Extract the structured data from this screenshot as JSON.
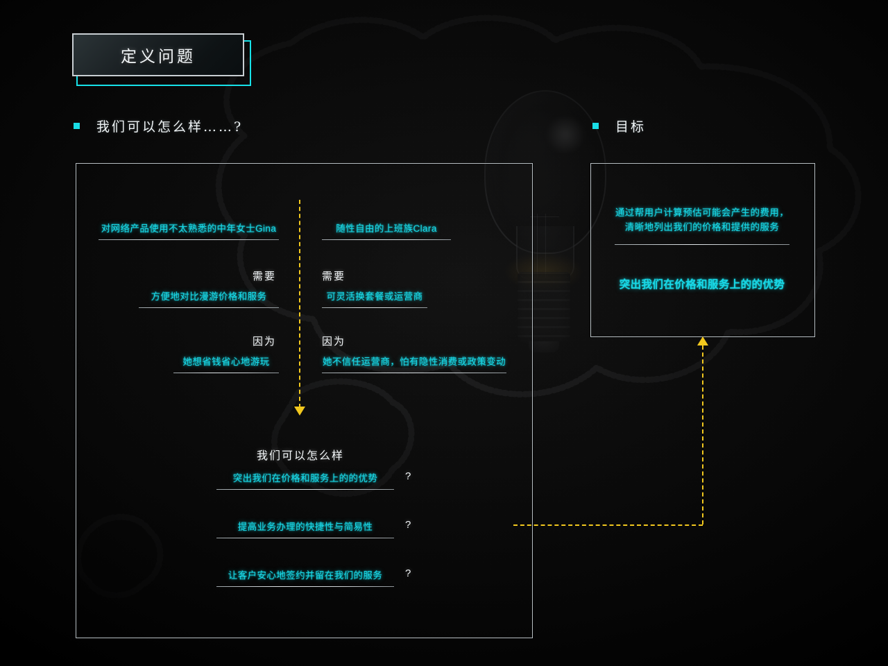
{
  "title_plate": {
    "label": "定义问题"
  },
  "sections": {
    "hmw_header": "我们可以怎么样……?",
    "goal_header": "目标"
  },
  "personas": [
    {
      "name": "对网络产品使用不太熟悉的中年女士Gina",
      "need_label": "需要",
      "need": "方便地对比漫游价格和服务",
      "because_label": "因为",
      "because": "她想省钱省心地游玩"
    },
    {
      "name": "随性自由的上班族Clara",
      "need_label": "需要",
      "need": "可灵活换套餐或运营商",
      "because_label": "因为",
      "because": "她不信任运营商，怕有隐性消费或政策变动"
    }
  ],
  "hmw": {
    "title": "我们可以怎么样",
    "question_mark": "?",
    "items": [
      "突出我们在价格和服务上的的优势",
      "提高业务办理的快捷性与简易性",
      "让客户安心地签约并留在我们的服务"
    ]
  },
  "goal": {
    "statement_line1": "通过帮用户计算预估可能会产生的费用，",
    "statement_line2": "清晰地列出我们的价格和提供的服务",
    "highlight": "突出我们在价格和服务上的的优势"
  },
  "icons": {
    "bullet": "square-bullet-icon",
    "arrow_down": "arrow-down-icon",
    "arrow_up": "arrow-up-icon",
    "lightbulb": "lightbulb-icon"
  },
  "colors": {
    "accent_cyan": "#18d8e6",
    "connector_yellow": "#f2c81e",
    "panel_border": "#b9c0c4",
    "text_white": "#f0f4f6",
    "background": "#060606"
  }
}
